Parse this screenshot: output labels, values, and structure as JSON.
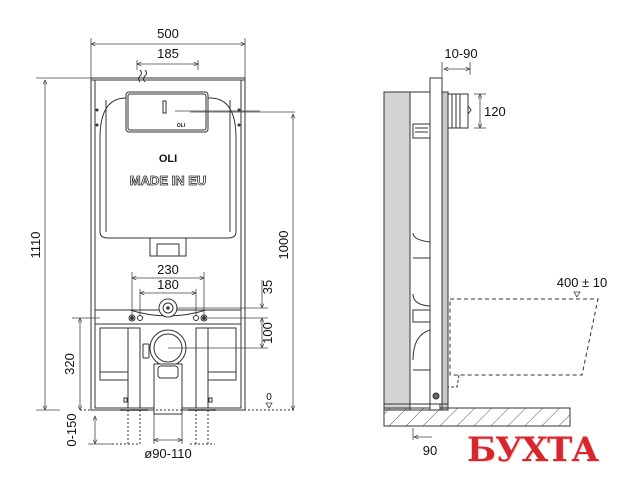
{
  "diagram": {
    "type": "technical-dimension-drawing",
    "subject": "Concealed WC installation frame",
    "front_view": {
      "brand_label": "OLI",
      "tag_line": "MADE IN EU",
      "flush_plate_brand": "OLI",
      "dimensions": {
        "frame_width": "500",
        "flush_window_width": "185",
        "overall_height": "1110",
        "tank_height": "1000",
        "bolt_spacing_outer": "230",
        "bolt_spacing_inner": "180",
        "inlet_offset": "35",
        "drain_offset": "100",
        "drain_height": "320",
        "leg_adjust": "0-150",
        "drain_diameter": "ø90-110",
        "floor_level": "0"
      }
    },
    "side_view": {
      "dimensions": {
        "wall_gap": "10-90",
        "flush_box_height": "120",
        "bowl_height": "400 ± 10",
        "floor_depth": "90"
      }
    },
    "colors": {
      "line": "#333333",
      "wall_fill": "#d4d4d4",
      "watermark": "#d8262c"
    }
  },
  "watermark": {
    "text": "БУХТА"
  }
}
